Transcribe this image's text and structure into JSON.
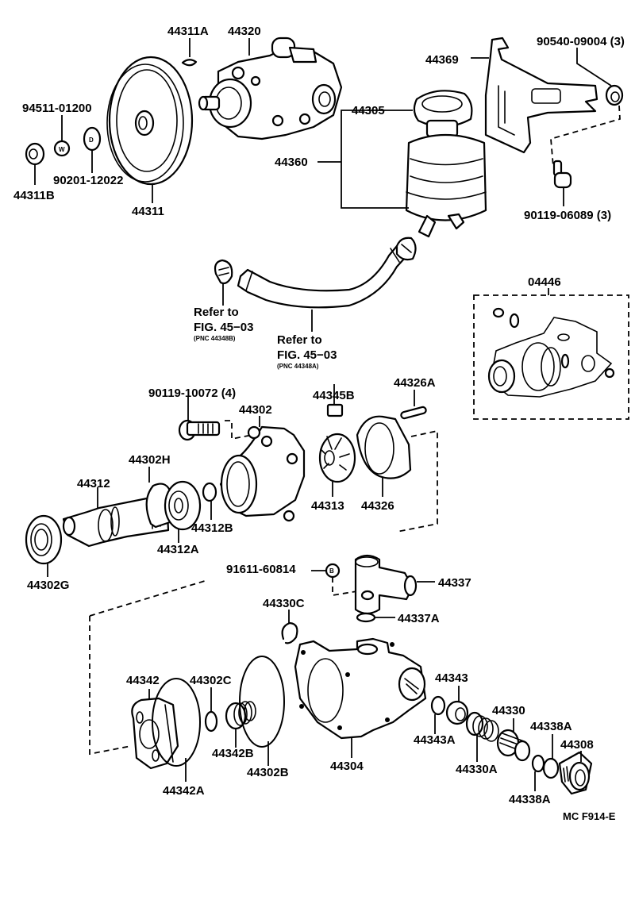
{
  "figure": {
    "title": "Power steering vane pump exploded parts diagram",
    "figure_code": "MC F914-E",
    "ink_color": "#000000",
    "background_color": "#ffffff"
  },
  "labels": {
    "p44311A": "44311A",
    "p44320": "44320",
    "p94511": "94511-01200",
    "p90201": "90201-12022",
    "p44311B": "44311B",
    "p44311": "44311",
    "p44369": "44369",
    "p90540": "90540-09004 (3)",
    "p44305": "44305",
    "p44360": "44360",
    "p90119_06089": "90119-06089 (3)",
    "p04446": "04446",
    "p90119_10072": "90119-10072 (4)",
    "p44302": "44302",
    "p44345B": "44345B",
    "p44326A": "44326A",
    "p44302H": "44302H",
    "p44312": "44312",
    "p44313": "44313",
    "p44326": "44326",
    "p44312B": "44312B",
    "p44312A": "44312A",
    "p44302G": "44302G",
    "p91611": "91611-60814",
    "p44337": "44337",
    "p44330C": "44330C",
    "p44337A": "44337A",
    "p44342": "44342",
    "p44302C": "44302C",
    "p44343": "44343",
    "p44330": "44330",
    "p44338A_top": "44338A",
    "p44308": "44308",
    "p44343A": "44343A",
    "p44342B": "44342B",
    "p44302B": "44302B",
    "p44304": "44304",
    "p44330A": "44330A",
    "p44338A_bottom": "44338A",
    "p44342A": "44342A"
  },
  "references": {
    "ref_left": {
      "line1": "Refer to",
      "line2": "FIG. 45−03",
      "line3": "(PNC 44348B)"
    },
    "ref_right": {
      "line1": "Refer to",
      "line2": "FIG. 45−03",
      "line3": "(PNC 44348A)"
    }
  },
  "markers": {
    "washer_mark": "W",
    "nut_mark": "D",
    "plug_mark": "B"
  }
}
